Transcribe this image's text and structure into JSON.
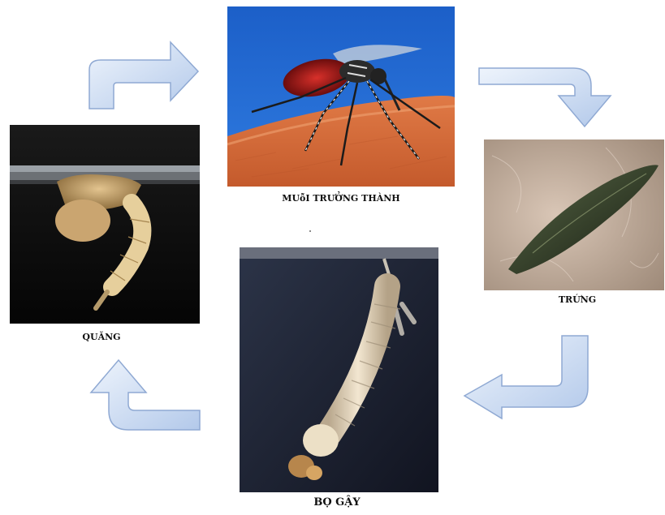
{
  "stages": {
    "adult": {
      "label": "MUỗI TRƯỞNG THÀNH",
      "image": "adult-mosquito-biting-skin"
    },
    "egg": {
      "label": "TRỨNG",
      "image": "mosquito-egg"
    },
    "larva": {
      "label": "BỌ GẬY",
      "image": "mosquito-larva"
    },
    "pupa": {
      "label": "QUĂNG",
      "image": "mosquito-pupa"
    }
  },
  "cycle_order": [
    "MUỗI TRƯỞNG THÀNH",
    "TRỨNG",
    "BỌ GẬY",
    "QUĂNG"
  ],
  "colors": {
    "arrow_fill_light": "#eef4fc",
    "arrow_fill_dark": "#b3c9ea",
    "arrow_stroke": "#8fa9d3"
  }
}
